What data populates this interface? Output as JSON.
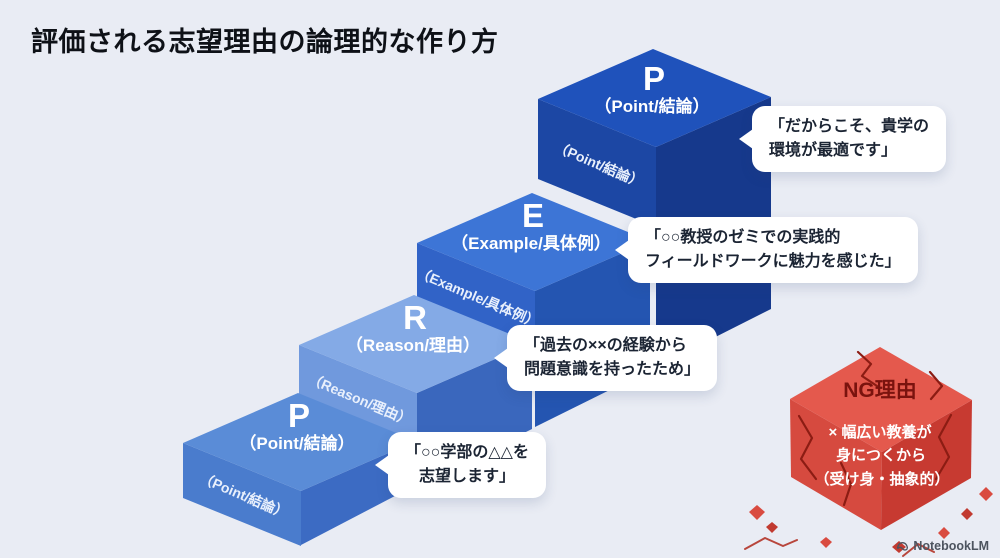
{
  "title": "評価される志望理由の論理的な作り方",
  "steps": [
    {
      "key": "point-bottom",
      "letter": "P",
      "top_label": "（Point/結論）",
      "side_label": "（Point/結論）"
    },
    {
      "key": "reason",
      "letter": "R",
      "top_label": "（Reason/理由）",
      "side_label": "（Reason/理由）"
    },
    {
      "key": "example",
      "letter": "E",
      "top_label": "（Example/具体例）",
      "side_label": "（Example/具体例）"
    },
    {
      "key": "point-top",
      "letter": "P",
      "top_label": "（Point/結論）",
      "side_label": "（Point/結論）"
    }
  ],
  "callouts": [
    {
      "line1": "「○○学部の△△を",
      "line2": "志望します」"
    },
    {
      "line1": "「過去の××の経験から",
      "line2": "問題意識を持ったため」"
    },
    {
      "line1": "「○○教授のゼミでの実践的",
      "line2": "フィールドワークに魅力を感じた」"
    },
    {
      "line1": "「だからこそ、貴学の",
      "line2": "環境が最適です」"
    }
  ],
  "ng": {
    "title": "NG理由",
    "line1": "× 幅広い教養が",
    "line2": "身につくから",
    "line3": "（受け身・抽象的）"
  },
  "footer": {
    "brand": "NotebookLM"
  },
  "colors": {
    "background": "#e9ecf4",
    "s1_top": "#5a8cd7",
    "s1_sw": "#4a7ccd",
    "s1_se": "#3c6bc3",
    "s2_top": "#84aae6",
    "s2_sw": "#7099dd",
    "s2_se": "#3a67bd",
    "s3_top": "#3d75d6",
    "s3_sw": "#3163c7",
    "s3_se": "#2455b1",
    "s4_top": "#1f52bb",
    "s4_sw": "#1c47a4",
    "s4_se": "#16398c",
    "ng_top": "#e4594d",
    "ng_left": "#d64a3f",
    "ng_right": "#c73a31",
    "ng_crack": "#8c1c13",
    "callout_bg": "#ffffff",
    "callout_text": "#1b2433"
  }
}
